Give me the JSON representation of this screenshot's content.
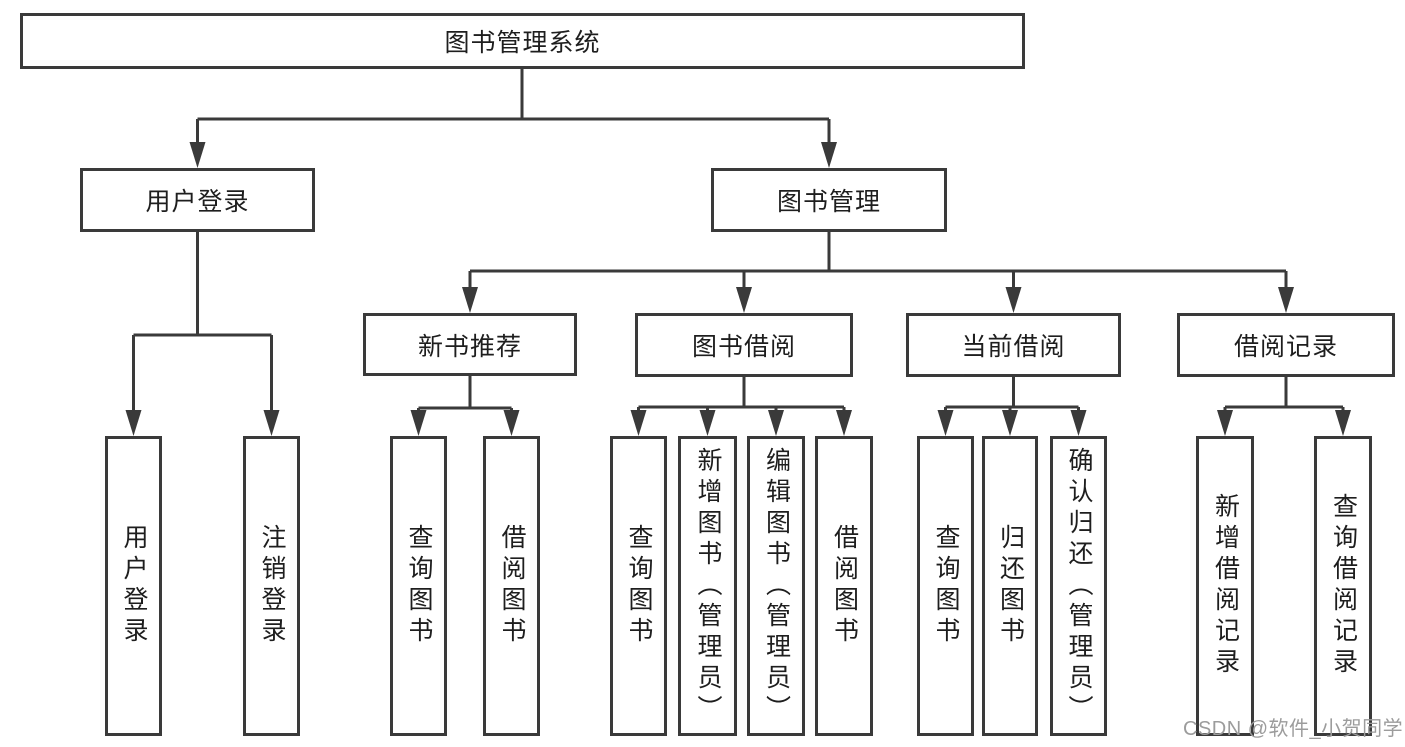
{
  "tree": {
    "label": "图书管理系统",
    "children": [
      {
        "label": "用户登录",
        "children": [
          {
            "label": "用户登录"
          },
          {
            "label": "注销登录"
          }
        ]
      },
      {
        "label": "图书管理",
        "children": [
          {
            "label": "新书推荐",
            "children": [
              {
                "label": "查询图书"
              },
              {
                "label": "借阅图书"
              }
            ]
          },
          {
            "label": "图书借阅",
            "children": [
              {
                "label": "查询图书"
              },
              {
                "label": "新增图书（管理员）"
              },
              {
                "label": "编辑图书（管理员）"
              },
              {
                "label": "借阅图书"
              }
            ]
          },
          {
            "label": "当前借阅",
            "children": [
              {
                "label": "查询图书"
              },
              {
                "label": "归还图书"
              },
              {
                "label": "确认归还（管理员）"
              }
            ]
          },
          {
            "label": "借阅记录",
            "children": [
              {
                "label": "新增借阅记录"
              },
              {
                "label": "查询借阅记录"
              }
            ]
          }
        ]
      }
    ]
  },
  "watermark": {
    "text": "CSDN @软件_小贺同学"
  },
  "colors": {
    "line": "#3a3a3a",
    "text": "#1e1e1e",
    "watermark": "#9c9c9c",
    "background": "#ffffff"
  }
}
